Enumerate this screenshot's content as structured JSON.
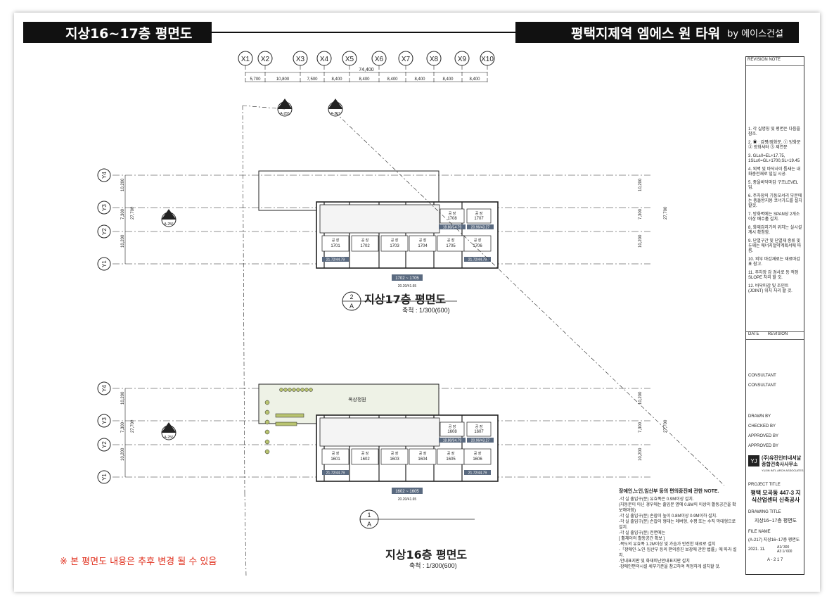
{
  "header": {
    "left_title": "지상16~17층 평면도",
    "right_title": "평택지제역 엠에스 원 타워",
    "right_by": "by 에이스건설"
  },
  "notice": "※ 본 평면도 내용은 추후 변경 될 수 있음",
  "grid": {
    "columns": [
      "X1",
      "X2",
      "X3",
      "X4",
      "X5",
      "X6",
      "X7",
      "X8",
      "X9",
      "X10"
    ],
    "rows": [
      "Y4",
      "Y3",
      "Y2",
      "Y1"
    ],
    "total_width": "74,400",
    "spans": [
      "5,700",
      "10,800",
      "7,500",
      "8,400",
      "8,400",
      "8,400",
      "8,400",
      "8,400",
      "8,400"
    ],
    "row_dims": [
      "10,200",
      "7,300",
      "10,200"
    ],
    "row_total": "27,700"
  },
  "plan17": {
    "number": "2",
    "letter": "A",
    "title": "지상17층 평면도",
    "scale": "축척 : 1/300(600)",
    "range": "1702 ~ 1705",
    "range_area": "20.20/41.65",
    "units_bottom": [
      "1701",
      "1702",
      "1703",
      "1704",
      "1705",
      "1706"
    ],
    "units_top": [
      "1708",
      "1707"
    ],
    "unit_label": "공 장",
    "area_left": "21.72/44.79",
    "area_right": "21.72/44.79",
    "area_top_left": "18.80/34.79",
    "area_top_right": "20.96/43.27"
  },
  "plan16": {
    "number": "1",
    "letter": "A",
    "title": "지상16층 평면도",
    "scale": "축척 : 1/300(600)",
    "range": "1602 ~ 1605",
    "range_area": "20.20/41.65",
    "roof_garden": "옥상정원",
    "units_bottom": [
      "1601",
      "1602",
      "1603",
      "1604",
      "1605",
      "1606"
    ],
    "units_top": [
      "1608",
      "1607"
    ],
    "unit_label": "공 장",
    "area_left": "21.72/44.79",
    "area_right": "21.72/44.79",
    "area_top_left": "18.80/34.79",
    "area_top_right": "20.96/43.27"
  },
  "section_marks": [
    "A-255",
    "A-257",
    "A-256",
    "A-256"
  ],
  "note_box": {
    "title": "장애인,노인,임산부 등의 편의증진에 관한 NOTE.",
    "lines": [
      "-각 실 출입구(문) 유효폭은 0.9M이상 설치.",
      "(자동문이 아닌 경우에는 출입문 옆에 0.6M의 이상의 활동공간을 확보해야함)",
      "-각 실 출입구(문) 손잡이 높이 0.8M이상 0.9M이하 설치.",
      "-각 실 출입구(문) 손잡이 형태는 레버형, 수평 또는 수직 막대형으로 설치.",
      "-각 실 출입구(문) 전면에는",
      "[ 휠체어의 활동공간 확보 ]",
      "-복도의 유효폭 1.2M이상 및 가슴가 안전한 재료로 설치",
      "-「장애인·노인·임산부 등의 편의증진 보장에 관한 법률」에 따라 설치.",
      "-안내표지판 및 화재피난안내표지판 설치",
      "-장애인편의시설 세부기준을 참고하여 적정하게 설치할 것."
    ]
  },
  "title_block": {
    "note_head": "REVISION NOTE",
    "notes": [
      "1. 각 실명칭 및 평면은 다음을 참조.",
      "2. ◉ : 감평/점화분, ① 방화문 ② 방화셔터 ③ 제연문",
      "3. GL±0=EL+17.75, 1SL±0=GL+1700,SL+19.45",
      "4. 외벽 및 바닥사이 틈새는 내화충전재로 밀실 시공.",
      "5. 중을바닥마감 구조LEVEL임.",
      "6. 주차장의 기둥모서리 부분에는 충돌방지용 코너가드를 설치할것.",
      "7. 방화벽에는 SPAN당 2개소 이상 배수홀 설치.",
      "8. 화재감지기의 위치는 실시설계시 확정함.",
      "9. 단열구간 및 단열재 종류 및 두께는 에너지절약계획서에 따름.",
      "10. 외부 마감재료는 재료마감표 참고.",
      "11. 주차장 감 경사로 등 적정 SLOPE 처리 할 것.",
      "12. 바닥마감 및 조인트(JOINT) 위치 처리 할 것."
    ],
    "date": "DATE",
    "revision": "REVISION",
    "consultant": "CONSULTANT",
    "drawn_by": "DRAWN BY",
    "checked_by": "CHECKED BY",
    "approved_by1": "APPROVED BY",
    "approved_by2": "APPROVED BY",
    "firm": "(주)유진인터내셔날 종합건축사사무소",
    "firm_en": "YUJIN INTL ARCH ASSOCIATES",
    "project_title_label": "PROJECT TITLE",
    "project_title": "평택 모곡동 447-3 지식산업센터 신축공사",
    "drawing_title_label": "DRAWING TITLE",
    "drawing_title": "지상16~17층 평면도",
    "file_name_label": "FILE NAME",
    "file_name": "(A-217) 지상16~17층 평면도",
    "date_val": "2021. 11.",
    "scale_val": "A1/ 300\nA3 1/ 600",
    "sheet_no": "A - 2 1 7"
  }
}
